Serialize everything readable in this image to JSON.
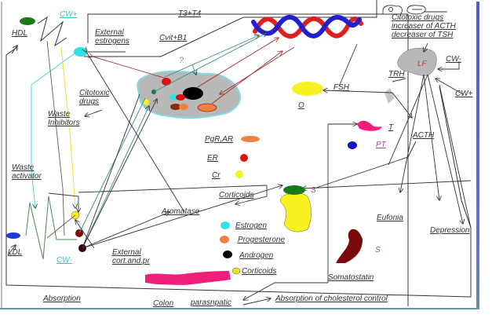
{
  "diagram": {
    "labels": {
      "cw_plus_top": "CW+",
      "hdl": "HDL",
      "external_estrogens": "External\nestrogens",
      "t3_t4": "T3+T4",
      "cvit_b1": "Cvit+B1",
      "question_mark": "?",
      "citotoxic_drugs_hypothalamus": "Citotoxic drugs\nincreaser of ACTH\ndecreaser of TSH",
      "lf": "LF",
      "cw_minus_right": "CW-",
      "trh": "TRH",
      "cw_plus_right": "CW+",
      "fsh": "FSH",
      "ovary": "O",
      "thyroid": "T",
      "pt": "PT",
      "acth": "ACTH",
      "citotoxic_drugs_left": "Citotoxic\ndrugs",
      "waste_inhibitors": "Waste\nInhibitors",
      "waste_activator": "Waste\nactivator",
      "pgr_ar": "PgR,AR",
      "er": "ER",
      "cr": "Cr",
      "corticoids_mid": "Corticoids",
      "adrenal_s": "S",
      "aromatase": "Aromatase",
      "eufonia": "Eufonia",
      "depression": "Depression",
      "ldl": "LDL",
      "cw_minus_left": "CW-",
      "external_cort": "External\ncort.and.pr",
      "somatostatin_s": "S",
      "somatostatin": "Somatostatin",
      "absorption": "Absorption",
      "colon": "Colon",
      "parasnpatic": "parasnpatic",
      "absorption_cholesterol": "Absorption of cholesterol control"
    },
    "legend": [
      {
        "label": "Estrogen",
        "color": "#33e0e8"
      },
      {
        "label": "Progesterone",
        "color": "#f08040"
      },
      {
        "label": "Androgen",
        "color": "#000000"
      },
      {
        "label": "Corticoids",
        "color": "#f0e020"
      }
    ],
    "receptor_key": [
      {
        "label": "PgR,AR",
        "color": "#f08040"
      },
      {
        "label": "ER",
        "color": "#e01010"
      },
      {
        "label": "Cr",
        "color": "#f8f020"
      }
    ],
    "colors": {
      "hdl_blob": "#1a7a1a",
      "ldl_blob": "#1a3ad0",
      "estrogen_receptor": "#33e0e8",
      "dna_blue": "#2020d0",
      "dna_red": "#e02020",
      "cell_gray": "#b8b8b8",
      "cell_border": "#88d8e0",
      "ovary": "#f8f020",
      "thyroid": "#f0207a",
      "pt": "#1010c0",
      "adrenal": "#f8f020",
      "adrenal_cap": "#1a7a1a",
      "somatostatin_organ": "#7a0a0a",
      "colon": "#f0207a",
      "hypothalamus": "#b8b8b8"
    }
  }
}
